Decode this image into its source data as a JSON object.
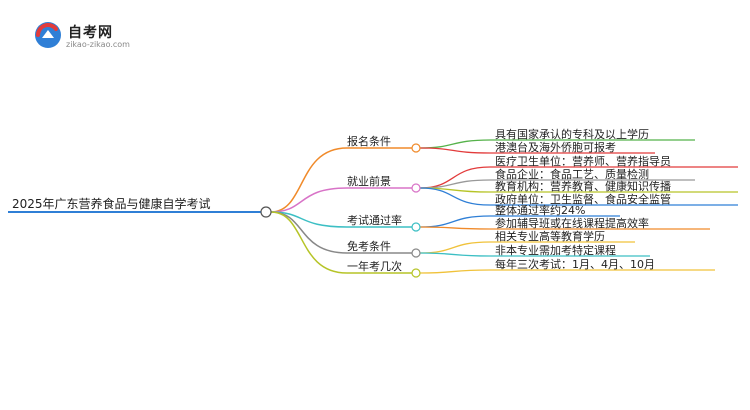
{
  "logo": {
    "title": "自考网",
    "subtitle": "zikao-zikao.com",
    "colors": [
      "#e23b3b",
      "#2f7fd6"
    ]
  },
  "root": {
    "label": "2025年广东营养食品与健康自学考试"
  },
  "branches": [
    {
      "label": "报名条件",
      "color": "#f08a2a",
      "leaves": [
        {
          "label": "具有国家承认的专科及以上学历",
          "color": "#55b24a"
        },
        {
          "label": "港澳台及海外侨胞可报考",
          "color": "#e23b3b"
        }
      ]
    },
    {
      "label": "就业前景",
      "color": "#d873c7",
      "leaves": [
        {
          "label": "医疗卫生单位：营养师、营养指导员",
          "color": "#e23b3b"
        },
        {
          "label": "食品企业：食品工艺、质量检测",
          "color": "#999999"
        },
        {
          "label": "教育机构：营养教育、健康知识传播",
          "color": "#b6c427"
        },
        {
          "label": "政府单位：卫生监督、食品安全监管",
          "color": "#2f7fd6"
        }
      ]
    },
    {
      "label": "考试通过率",
      "color": "#3cbfc4",
      "leaves": [
        {
          "label": "整体通过率约24%",
          "color": "#2f7fd6"
        },
        {
          "label": "参加辅导班或在线课程提高效率",
          "color": "#f08a2a"
        }
      ]
    },
    {
      "label": "免考条件",
      "color": "#888888",
      "leaves": [
        {
          "label": "相关专业高等教育学历",
          "color": "#f0c23a"
        },
        {
          "label": "非本专业需加考特定课程",
          "color": "#3cbfc4"
        }
      ]
    },
    {
      "label": "一年考几次",
      "color": "#b6c427",
      "leaves": [
        {
          "label": "每年三次考试：1月、4月、10月",
          "color": "#f0c23a"
        }
      ]
    }
  ]
}
